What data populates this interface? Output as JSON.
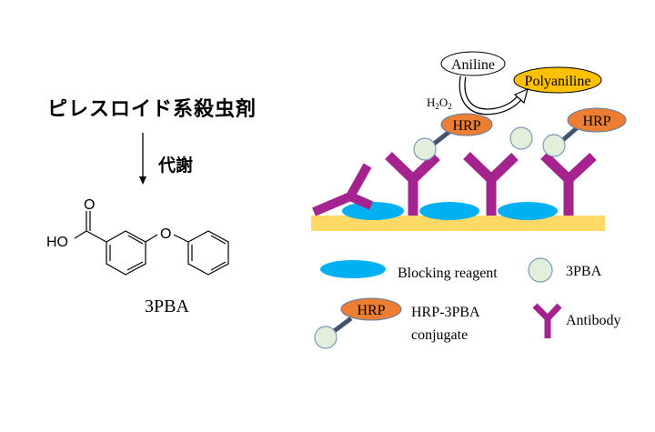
{
  "left_panel": {
    "title": "ピレスロイド系殺虫剤",
    "arrow_label": "代謝",
    "molecule": {
      "oxygen_carbonyl": "O",
      "hydroxyl": "HO",
      "ether_oxygen": "O",
      "name": "3PBA"
    }
  },
  "right_panel": {
    "reaction": {
      "substrate": "Aniline",
      "product": "Polyaniline",
      "cofactor_main": "H",
      "cofactor_sub1": "2",
      "cofactor_mid": "O",
      "cofactor_sub2": "2"
    },
    "enzyme_labels": [
      "HRP",
      "HRP"
    ],
    "legend": {
      "blocking_reagent": "Blocking reagent",
      "hapten": "3PBA",
      "conjugate_enzyme": "HRP",
      "conjugate_line1": "HRP-3PBA",
      "conjugate_line2": "conjugate",
      "antibody": "Antibody"
    }
  },
  "colors": {
    "antibody": "#A4238F",
    "blocking_reagent": "#00B0F0",
    "plate": "#FFD966",
    "hrp": "#ED7D31",
    "hrp_border": "#5B7FA6",
    "hapten_fill": "#E2EFDA",
    "hapten_border": "#7A9CB8",
    "linker": "#44546A",
    "polyaniline": "#FFC000"
  }
}
